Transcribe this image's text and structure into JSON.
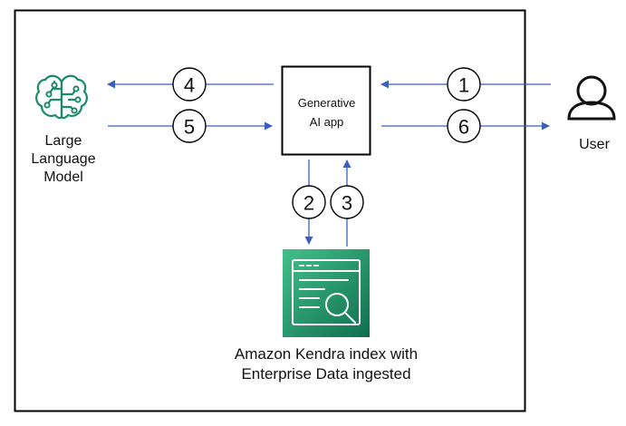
{
  "nodes": {
    "llm": {
      "label_line1": "Large",
      "label_line2": "Language",
      "label_line3": "Model",
      "icon": "brain-circuit-icon",
      "color": "#1b8a6b"
    },
    "app": {
      "label_line1": "Generative",
      "label_line2": "AI app"
    },
    "user": {
      "label": "User",
      "icon": "user-icon"
    },
    "kendra": {
      "label_line1": "Amazon Kendra index with",
      "label_line2": "Enterprise Data ingested",
      "icon": "document-search-icon",
      "color_top": "#43c08a",
      "color_bottom": "#0f6e4f"
    }
  },
  "steps": [
    "1",
    "2",
    "3",
    "4",
    "5",
    "6"
  ],
  "arrow_color": "#3b5fc0"
}
